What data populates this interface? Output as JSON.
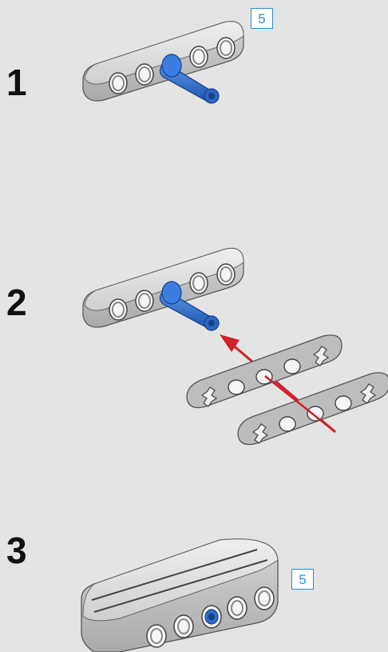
{
  "steps": [
    {
      "number": "1",
      "quantity": "5"
    },
    {
      "number": "2"
    },
    {
      "number": "3",
      "quantity": "5"
    }
  ],
  "colors": {
    "background": "#e4e4e4",
    "beam_gray": "#c9c9c9",
    "pin_blue": "#2f6fd0",
    "arrow_red": "#d0202a",
    "quantity_box_border": "#2a8fd0"
  },
  "icons": [
    "liftarm-beam",
    "axle-pin",
    "assembly-arrow"
  ]
}
